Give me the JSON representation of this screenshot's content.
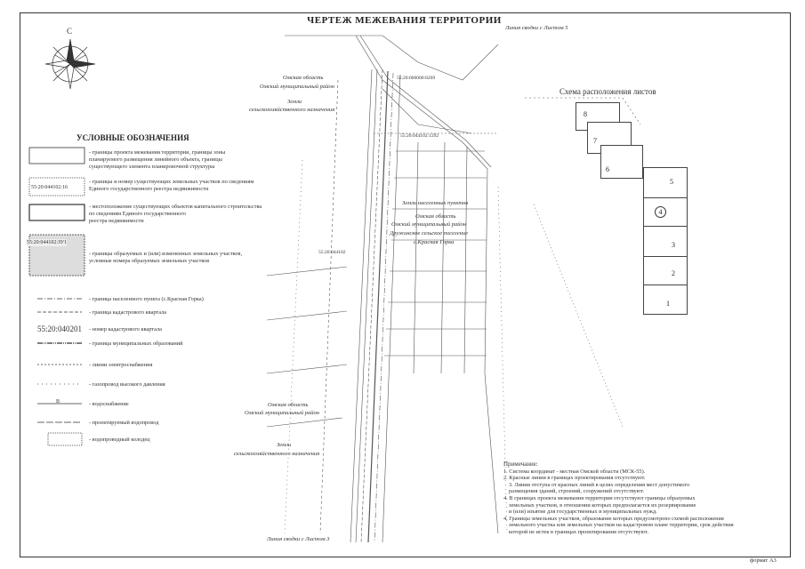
{
  "title": "ЧЕРТЕЖ МЕЖЕВАНИЯ ТЕРРИТОРИИ",
  "compass_label": "С",
  "legend": {
    "heading": "УСЛОВНЫЕ ОБОЗНАЧЕНИЯ",
    "items": [
      {
        "sample": "",
        "lines": [
          "- границы проекта межевания территории, границы зоны",
          "планируемого размещения линейного объекта, границы",
          "существующего элемента планировочной структуры"
        ]
      },
      {
        "sample": "55:20:044102:16",
        "lines": [
          "- границы и номер существующих земельных участков по сведениям",
          "Единого государственного реестра недвижимости"
        ]
      },
      {
        "sample": "",
        "lines": [
          "- местоположение существующих объектов капитального строительства",
          "по сведениям Единого государственного",
          "реестра недвижимости"
        ]
      },
      {
        "sample": "55:20:044102:ЗУ1",
        "lines": [
          "- границы образуемых и (или) измененных земельных участков,",
          "условные номера образуемых земельных участков"
        ]
      },
      {
        "sample": "",
        "lines": [
          "- граница населенного пункта (с.Красная Горка)"
        ]
      },
      {
        "sample": "",
        "lines": [
          "- граница кадастрового квартала"
        ]
      },
      {
        "sample": "55:20:040201",
        "lines": [
          "- номер кадастрового квартала"
        ]
      },
      {
        "sample": "",
        "lines": [
          "- граница муниципальных образований"
        ]
      },
      {
        "sample": "",
        "lines": [
          "- линии электроснабжения"
        ]
      },
      {
        "sample": "",
        "lines": [
          "- газопровод высокого давления"
        ]
      },
      {
        "sample": "В",
        "lines": [
          "- водоснабжение"
        ]
      },
      {
        "sample": "",
        "lines": [
          "- проектируемый водопровод"
        ]
      },
      {
        "sample": "",
        "lines": [
          "- водопроводный колодец"
        ]
      }
    ]
  },
  "map_labels": {
    "junction_top": "Линия сводки с Листом 5",
    "junction_bottom": "Линия сводки с Листом 3",
    "region_top": [
      "Омская область",
      "Омский муниципальный район"
    ],
    "lands_top": [
      "Земли",
      "сельскохозяйственного назначения"
    ],
    "parcel_1": "55:20:000000:8269",
    "parcel_2": "55:20:044102:1292",
    "parcel_3": "55:20:044102",
    "settlement_lands": "Земли населенных пунктов",
    "settlement_region": [
      "Омская область",
      "Омский муниципальный район",
      "Дружинское сельское поселение",
      "с.Красная Горка"
    ],
    "region_bottom": [
      "Омская область",
      "Омский муниципальный район"
    ],
    "lands_bottom": [
      "Земли",
      "сельскохозяйственного назначения"
    ]
  },
  "sheets": {
    "heading": "Схема расположения листов",
    "items": [
      "8",
      "7",
      "6",
      "5",
      "4",
      "3",
      "2",
      "1"
    ],
    "current": "4"
  },
  "notes": {
    "heading": "Примечание:",
    "lines": [
      "1. Система координат - местная Омской области (МСК-55).",
      "2. Красные линии в границах проектирования отсутствуют.",
      "3. Линии отступа от красных линий в целях определения мест допустимого",
      "размещения зданий, строений, сооружений отсутствуют.",
      "4. В границах проекта межевания территории отсутствуют границы образуемых",
      "земельных участков, в отношении которых предполагается их резервирование",
      "и (или) изъятие для государственных и муниципальных нужд.",
      "4. Границы земельных участков, образование которых предусмотрено схемой расположения",
      "земельного участка или земельных участков на кадастровом плане территории, срок действия",
      "которой не истек в границах проектирования отсутствуют."
    ]
  },
  "format": "формат А3"
}
